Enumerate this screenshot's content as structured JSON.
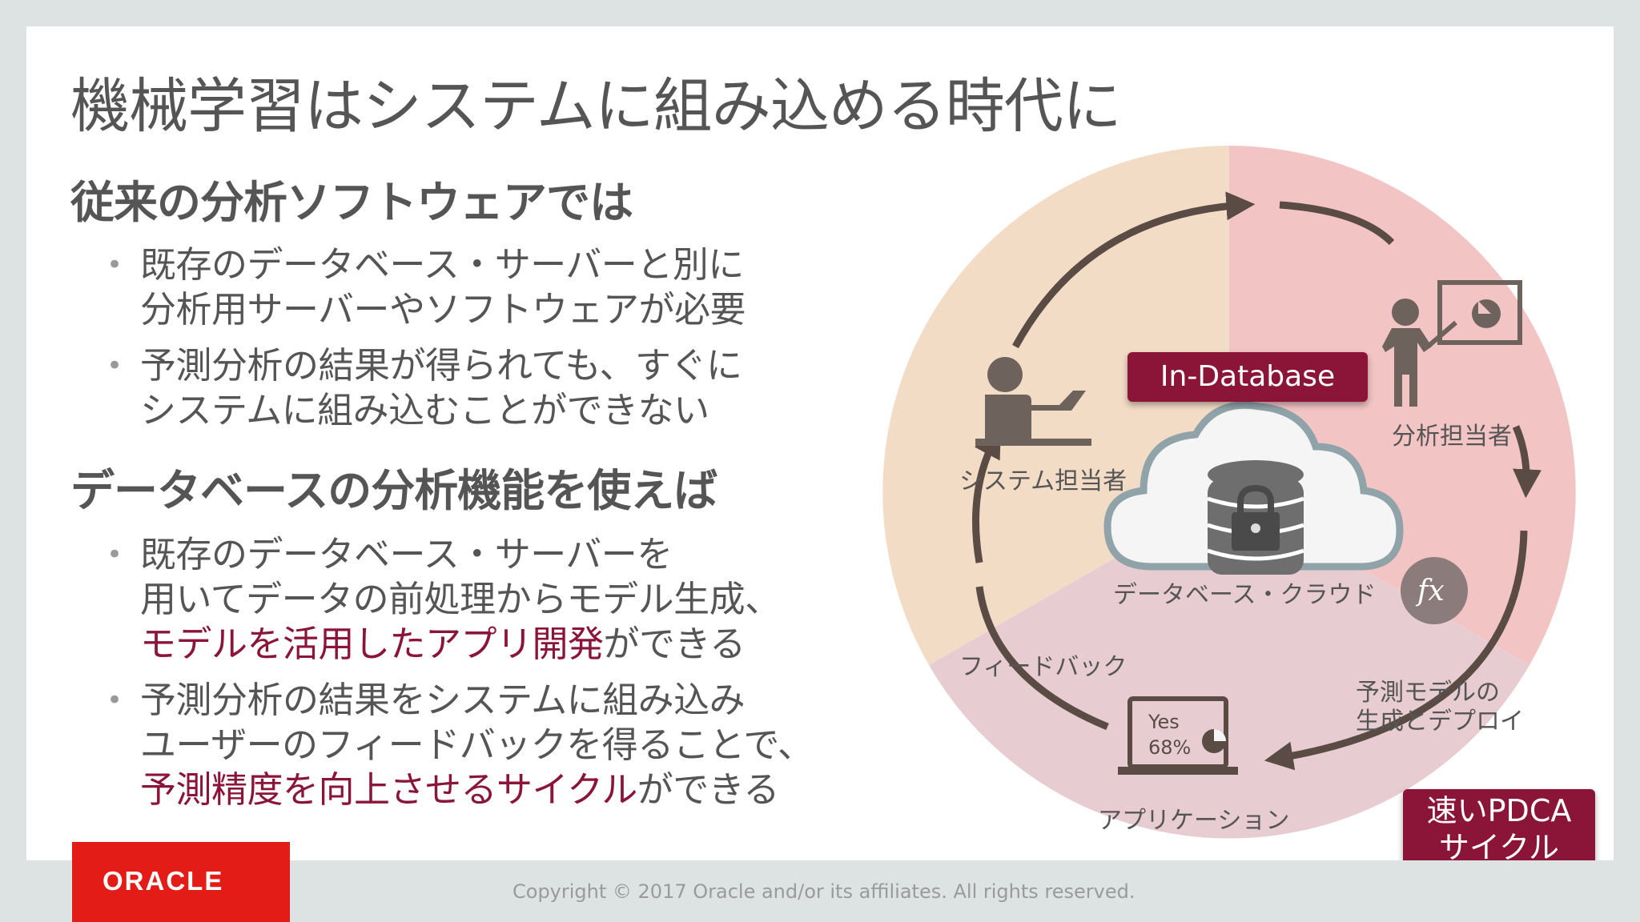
{
  "slide": {
    "title": "機械学習はシステムに組み込める時代に",
    "section1": {
      "heading": "従来の分析ソフトウェアでは",
      "bullets": [
        {
          "lines": [
            "既存のデータベース・サーバーと別に",
            "分析用サーバーやソフトウェアが必要"
          ]
        },
        {
          "lines": [
            "予測分析の結果が得られても、すぐに",
            "システムに組み込むことができない"
          ]
        }
      ]
    },
    "section2": {
      "heading": "データベースの分析機能を使えば",
      "bullet1": {
        "line1": "既存のデータベース・サーバーを",
        "line2": "用いてデータの前処理からモデル生成、",
        "line3_highlight": "モデルを活用したアプリ開発",
        "line3_rest": "ができる"
      },
      "bullet2": {
        "line1": "予測分析の結果をシステムに組み込み",
        "line2": "ユーザーのフィードバックを得ることで、",
        "line3_highlight": "予測精度を向上させるサイクル",
        "line3_rest": "ができる"
      }
    }
  },
  "diagram": {
    "badge_in_database": "In-Database",
    "system_staff": "システム担当者",
    "analyst": "分析担当者",
    "database_cloud": "データベース・クラウド",
    "feedback": "フィードバック",
    "model_line1": "予測モデルの",
    "model_line2": "生成とデプロイ",
    "application": "アプリケーション",
    "app_yes": "Yes",
    "app_pct": "68%",
    "fx_symbol": "fx",
    "badge_pdca_line1": "速いPDCA",
    "badge_pdca_line2": "サイクル",
    "colors": {
      "segment_system": "#f3dcc6",
      "segment_analyst": "#f2c4c4",
      "segment_app": "#e7ccd2",
      "arrow": "#5a4b45",
      "accent": "#8a1538"
    }
  },
  "footer": {
    "logo": "ORACLE",
    "copyright": "Copyright © 2017 Oracle and/or its affiliates.  All rights reserved."
  }
}
